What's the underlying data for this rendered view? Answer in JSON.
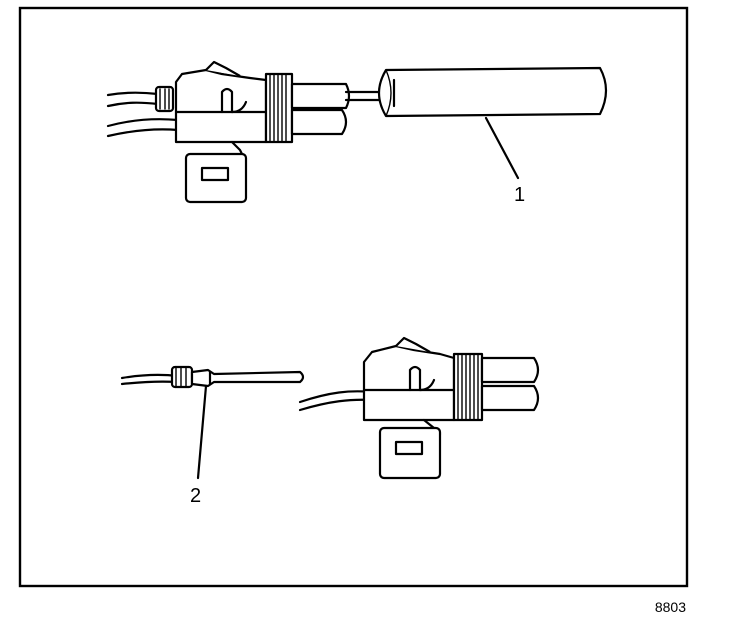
{
  "callouts": {
    "tool_label": "1",
    "terminal_label": "2"
  },
  "figure_id": "8803",
  "colors": {
    "ink": "#000000",
    "paper": "#ffffff"
  }
}
